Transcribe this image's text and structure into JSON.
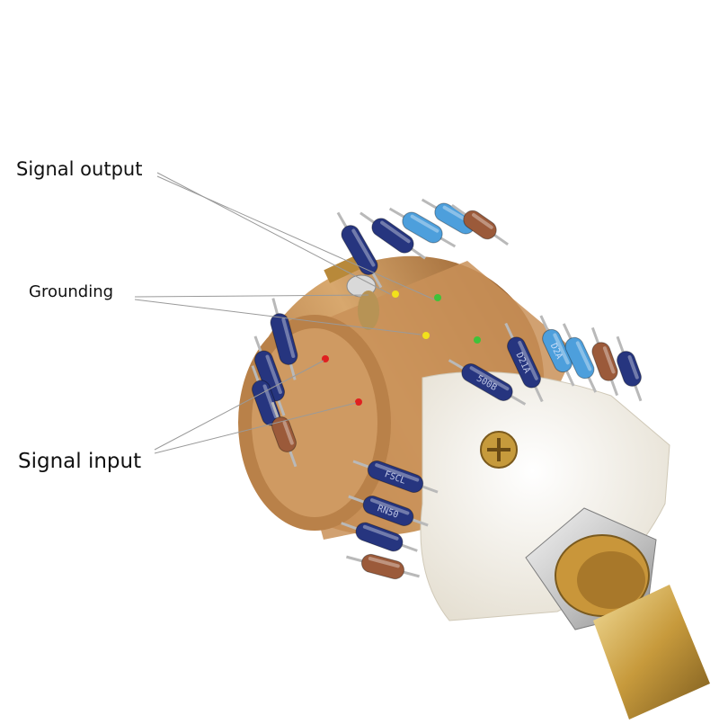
{
  "annotations": {
    "signal_output": "Signal output",
    "grounding": "Grounding",
    "signal_input": "Signal input"
  },
  "colors": {
    "background": "#ffffff",
    "resistor_blue": "#26357f",
    "resistor_light_blue": "#4d9fdc",
    "resistor_brown": "#9b5a3a",
    "wafer_copper": "#c08a52",
    "housing_white": "#f4f1ea",
    "marker_red": "#e02020",
    "marker_yellow": "#f2e11b",
    "marker_green": "#3fc23a",
    "leader_line": "#9a9a9a"
  },
  "resistor_markings": [
    "FSCL",
    "D21A",
    "D2A",
    "RN50",
    "500B"
  ]
}
